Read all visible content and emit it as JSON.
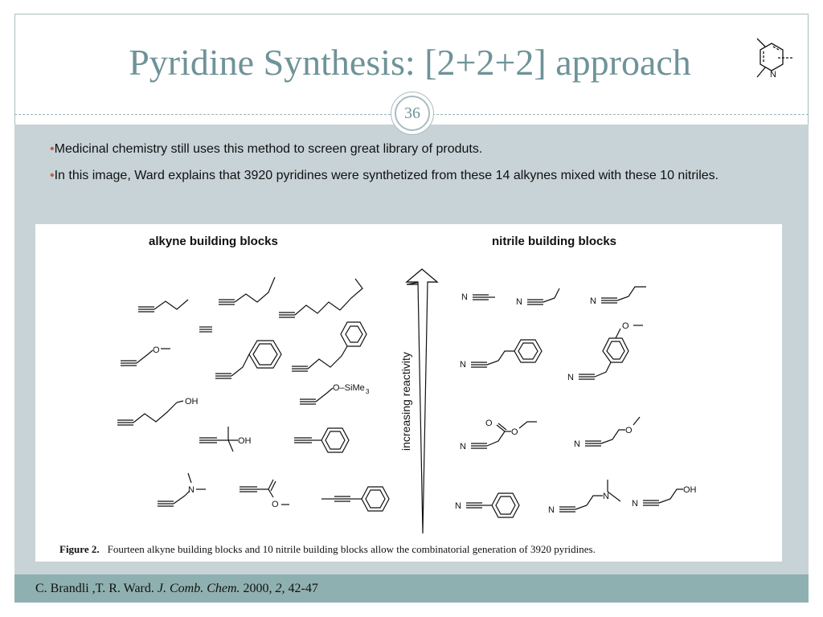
{
  "slide": {
    "title": "Pyridine Synthesis: [2+2+2] approach",
    "number": "36",
    "bullets": [
      "Medicinal chemistry still uses this method to screen great library of produts.",
      "In this image, Ward explains that 3920 pyridines were synthetized from these 14 alkynes mixed with these 10 nitriles."
    ],
    "citation": {
      "authors": "C. Brandli ,T. R. Ward. ",
      "journal": "J. Comb. Chem.",
      "year": " 2000, ",
      "volume": "2,",
      "pages": " 42-47"
    }
  },
  "figure": {
    "alkyne_title": "alkyne building blocks",
    "nitrile_title": "nitrile building blocks",
    "arrow_label": "increasing reactivity",
    "caption_label": "Figure 2.",
    "caption_text": "Fourteen alkyne building blocks and 10 nitrile building blocks allow the combinatorial generation of 3920 pyridines.",
    "atom_labels": {
      "oh": "OH",
      "n": "N",
      "o": "O",
      "osime3": "O–SiMe",
      "sub3": "3"
    }
  },
  "colors": {
    "title": "#6e9398",
    "content_bg": "#c7d3d7",
    "footer_bg": "#8fb0b0",
    "bullet_dot": "#c75b3d"
  }
}
